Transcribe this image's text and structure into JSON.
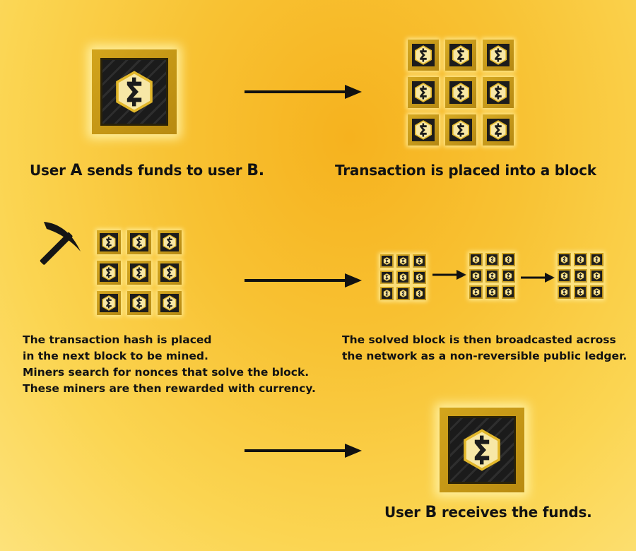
{
  "step1": {
    "caption_prefix": "User ",
    "caption_a": "A",
    "caption_mid": " sends funds to user ",
    "caption_b": "B.",
    "icon": "coin-tile-icon"
  },
  "step2": {
    "caption": "Transaction is placed into a block",
    "icon": "block-grid-icon"
  },
  "step3": {
    "lines": [
      "The transaction hash is placed",
      "in the next block to be mined.",
      "Miners search for nonces that solve the block.",
      "These miners are then rewarded with currency."
    ],
    "icon": "pickaxe-icon"
  },
  "step4": {
    "lines": [
      "The solved block is then broadcasted across",
      "the network as a non-reversible public ledger."
    ],
    "icon": "blockchain-icon"
  },
  "step5": {
    "caption_prefix": "User ",
    "caption_b": "B",
    "caption_rest": " receives the funds.",
    "icon": "coin-tile-icon"
  },
  "colors": {
    "background": "#f8c233",
    "tile_gold": "#d3a51c",
    "tile_dark": "#1c1c1c",
    "text": "#121212"
  }
}
